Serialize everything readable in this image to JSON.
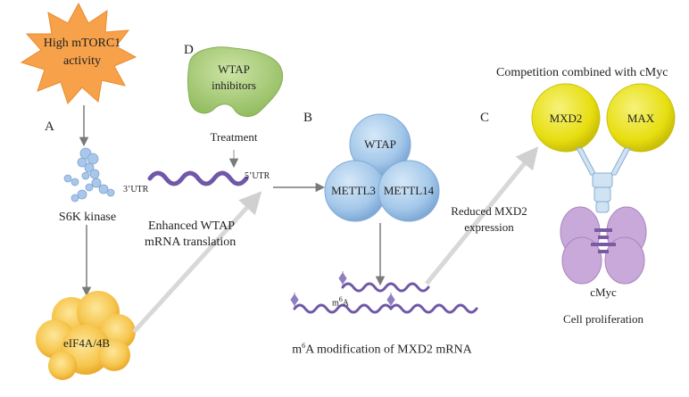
{
  "labels": {
    "panel_a": "A",
    "panel_b": "B",
    "panel_c": "C",
    "panel_d": "D",
    "mtorc1_line1": "High mTORC1",
    "mtorc1_line2": "activity",
    "wtap_inhib_line1": "WTAP",
    "wtap_inhib_line2": "inhibitors",
    "treatment": "Treatment",
    "s6k": "S6K kinase",
    "utr3": "3’UTR",
    "utr5": "5’UTR",
    "enhanced_line1": "Enhanced WTAP",
    "enhanced_line2": "mRNA translation",
    "eif": "eIF4A/4B",
    "wtap": "WTAP",
    "mettl3": "METTL3",
    "mettl14": "METTL14",
    "competition": "Competition combined with cMyc",
    "mxd2": "MXD2",
    "max": "MAX",
    "reduced_line1": "Reduced MXD2",
    "reduced_line2": "expression",
    "cmyc": "cMyc",
    "cell_prolif": "Cell proliferation",
    "m6a_m": "m",
    "m6a_6": "6",
    "m6a_a": "A",
    "m6a_mod_m": "m",
    "m6a_mod_6": "6",
    "m6a_mod_rest": "A modification of MXD2 mRNA"
  },
  "colors": {
    "starburst": "#f7a24a",
    "inhibitor_green": "#9cc46a",
    "protein_blue": "#9ec3e6",
    "yellow_protein": "#e8e01c",
    "purple_protein": "#c9a9d9",
    "mrna_purple": "#6f58a8",
    "arrow_grey": "#7a7a7a",
    "eif_orange": "#f4c04a"
  }
}
